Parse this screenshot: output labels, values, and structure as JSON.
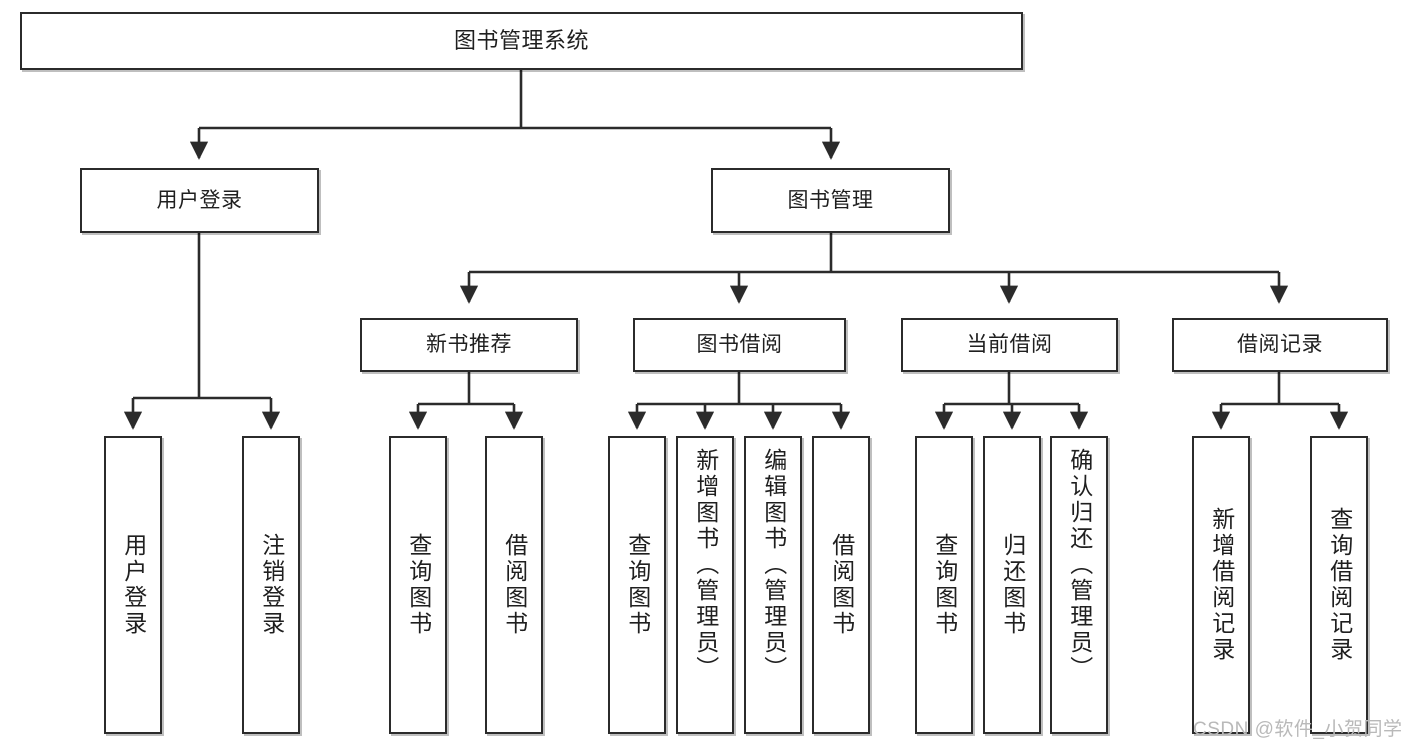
{
  "diagram": {
    "type": "tree-hierarchy",
    "title": "图书管理系统",
    "background_color": "#ffffff",
    "box_border_color": "#2b2b2b",
    "text_color": "#1f1f1f",
    "connector_color": "#2b2b2b"
  },
  "nodes": {
    "root": {
      "label": "图书管理系统",
      "level": 0,
      "orientation": "horizontal"
    },
    "level1": [
      {
        "id": "user-login",
        "label": "用户登录",
        "orientation": "horizontal"
      },
      {
        "id": "book-management",
        "label": "图书管理",
        "orientation": "horizontal"
      }
    ],
    "level2": [
      {
        "id": "new-book-recommend",
        "label": "新书推荐",
        "orientation": "horizontal",
        "parent": "book-management"
      },
      {
        "id": "book-borrow",
        "label": "图书借阅",
        "orientation": "horizontal",
        "parent": "book-management"
      },
      {
        "id": "current-borrow",
        "label": "当前借阅",
        "orientation": "horizontal",
        "parent": "book-management"
      },
      {
        "id": "borrow-record",
        "label": "借阅记录",
        "orientation": "horizontal",
        "parent": "book-management"
      }
    ],
    "leaves": [
      {
        "id": "leaf-user-login",
        "label": "用户登录",
        "parent": "user-login"
      },
      {
        "id": "leaf-user-logout",
        "label": "注销登录",
        "parent": "user-login"
      },
      {
        "id": "leaf-query-book-1",
        "label": "查询图书",
        "parent": "new-book-recommend"
      },
      {
        "id": "leaf-borrow-book-1",
        "label": "借阅图书",
        "parent": "new-book-recommend"
      },
      {
        "id": "leaf-query-book-2",
        "label": "查询图书",
        "parent": "book-borrow"
      },
      {
        "id": "leaf-add-book",
        "label": "新增图书（管理员）",
        "parent": "book-borrow"
      },
      {
        "id": "leaf-edit-book",
        "label": "编辑图书（管理员）",
        "parent": "book-borrow"
      },
      {
        "id": "leaf-borrow-book-2",
        "label": "借阅图书",
        "parent": "book-borrow"
      },
      {
        "id": "leaf-query-book-3",
        "label": "查询图书",
        "parent": "current-borrow"
      },
      {
        "id": "leaf-return-book",
        "label": "归还图书",
        "parent": "current-borrow"
      },
      {
        "id": "leaf-confirm-return",
        "label": "确认归还（管理员）",
        "parent": "current-borrow"
      },
      {
        "id": "leaf-add-record",
        "label": "新增借阅记录",
        "parent": "borrow-record"
      },
      {
        "id": "leaf-query-record",
        "label": "查询借阅记录",
        "parent": "borrow-record"
      }
    ]
  },
  "watermark": {
    "text": "CSDN @软件_小贺同学",
    "color": "#b9b9b9"
  }
}
